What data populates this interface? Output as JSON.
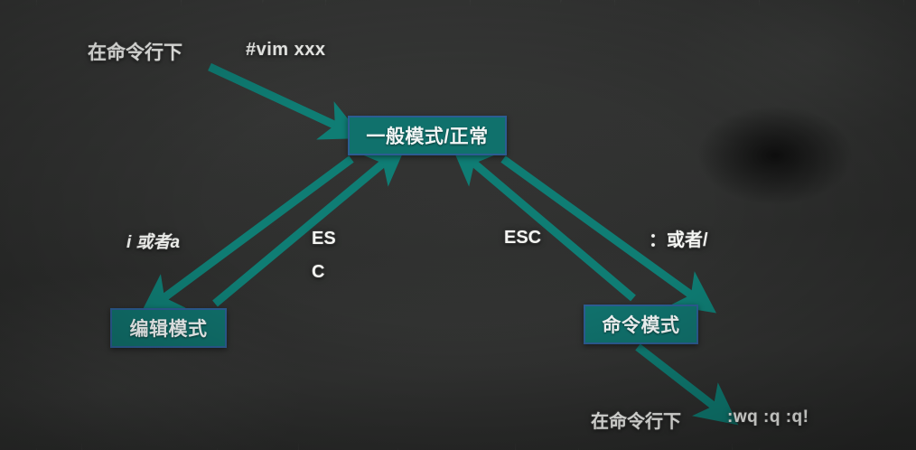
{
  "diagram": {
    "title": "Vim mode transition diagram",
    "board_color": "#303130",
    "node_fill": "#10716c",
    "node_border": "#2c5c92",
    "arrow_color": "#0f7d74",
    "chalk_color": "#f4f5f2",
    "nodes": [
      {
        "id": "normal",
        "label": "一般模式/正常"
      },
      {
        "id": "edit",
        "label": "编辑模式"
      },
      {
        "id": "command",
        "label": "命令模式"
      }
    ],
    "annotations": {
      "entry_prefix": "在命令行下",
      "entry_command": "#vim  xxx",
      "to_edit": "i 或者a",
      "from_edit_esc_line1": "ES",
      "from_edit_esc_line2": "C",
      "from_command_esc": "ESC",
      "to_command": "：或者/",
      "exit_prefix": "在命令行下",
      "exit_commands": ":wq  :q   :q!"
    },
    "edges": [
      {
        "id": "entry-to-normal",
        "from": "command-line",
        "to": "normal",
        "label": "#vim xxx"
      },
      {
        "id": "normal-to-edit",
        "from": "normal",
        "to": "edit",
        "label": "i 或者a"
      },
      {
        "id": "edit-to-normal",
        "from": "edit",
        "to": "normal",
        "label": "ESC"
      },
      {
        "id": "command-to-normal",
        "from": "command",
        "to": "normal",
        "label": "ESC"
      },
      {
        "id": "normal-to-command",
        "from": "normal",
        "to": "command",
        "label": "：或者/"
      },
      {
        "id": "command-to-exit",
        "from": "command",
        "to": "command-line",
        "label": ":wq :q :q!"
      }
    ]
  }
}
